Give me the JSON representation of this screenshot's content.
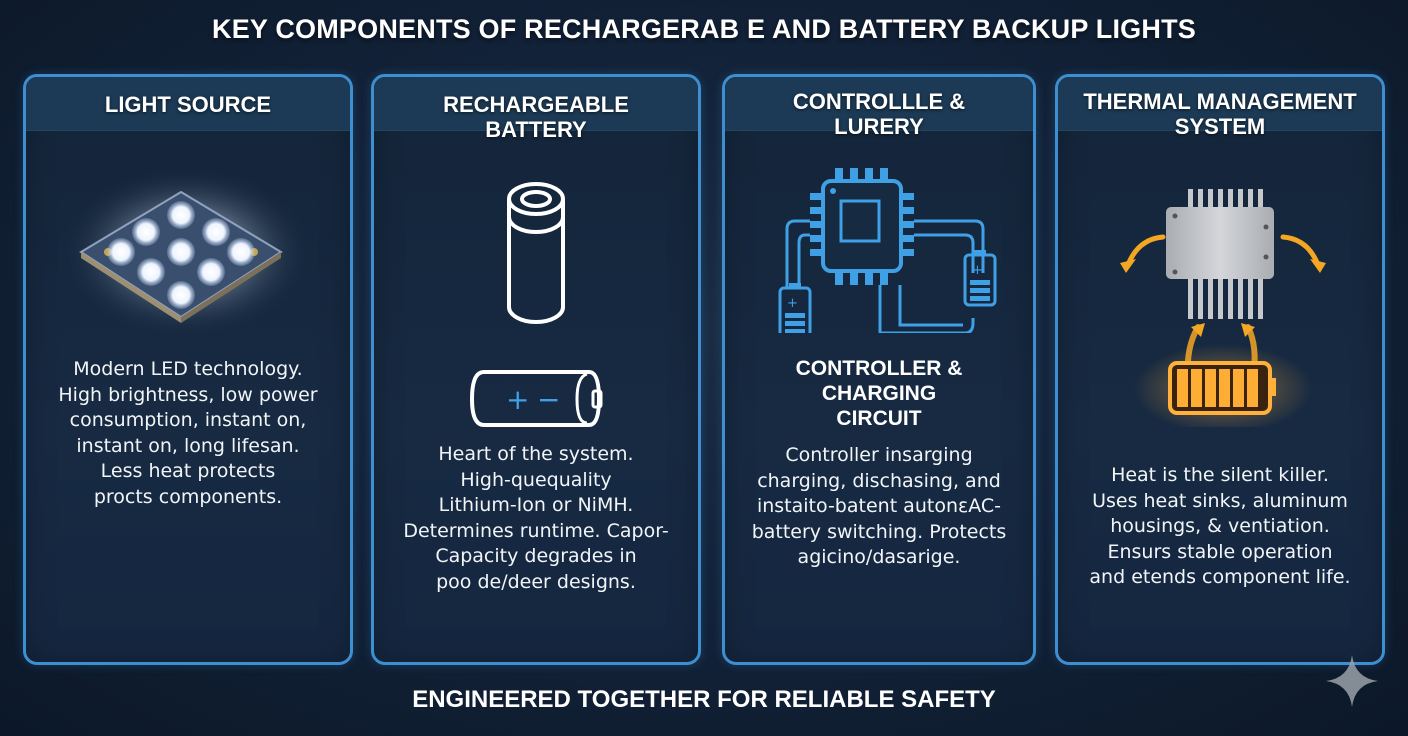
{
  "title": "KEY COMPONENTS OF RECHARGERAB E AND BATTERY BACKUP LIGHTS",
  "footer": "ENGINEERED TOGETHER FOR RELIABLE SAFETY",
  "colors": {
    "background": "#13233a",
    "card_border": "#3d8fd1",
    "card_header": "#1c3a55",
    "accent_blue": "#3fa0e6",
    "accent_orange": "#f5a623",
    "text": "#ffffff"
  },
  "cards": [
    {
      "title": "LIGHT SOURCE",
      "icon": "led-array-icon",
      "description": "Modern LED technology.\nHigh brightness, low power\nconsumption, instant on,\ninstant on, long lifesan.\nLess heat protects\nprocts components."
    },
    {
      "title": "RECHARGEABLE\nBATTERY",
      "icon": "battery-cell-icon",
      "description": "Heart of the system.\nHigh-quequality\nLithium-Ion or NiMH.\nDetermines runtime. Capor-\nCapacity degrades in\npoo de/deer designs."
    },
    {
      "title": "CONTROLLLE &\nLURERY",
      "icon": "controller-chip-icon",
      "subheading": "CONTROLLER &\nCHARGING\nCIRCUIT",
      "description": "Controller insarging\ncharging, dischasing, and\ninstaito-batent autonεAC-\nbattery switching. Protects\nagicino/dasarige."
    },
    {
      "title": "THERMAL MANAGEMENT\nSYSTEM",
      "icon": "heat-sink-icon",
      "description": "Heat is the silent killer.\nUses heat sinks, aluminum\nhousings, & ventiation.\nEnsurs stable operation\nand etends component life."
    }
  ],
  "battery_symbols": {
    "plus": "+",
    "minus": "−"
  }
}
